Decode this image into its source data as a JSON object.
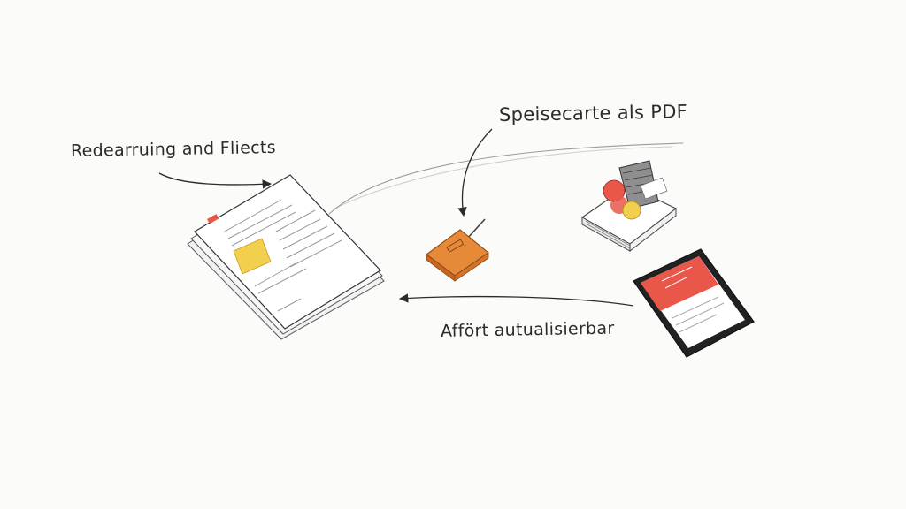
{
  "labels": {
    "documents": "Redearruing and Fliects",
    "pdf_menu": "Speisecarte als PDF",
    "updatable": "Affört autualisierbar"
  },
  "colors": {
    "ink": "#2b2b2b",
    "accent_red": "#e8574a",
    "accent_orange": "#e68a3a",
    "accent_yellow": "#f3cf4e",
    "paper": "#ffffff"
  },
  "icons": [
    "document-stack-icon",
    "router-icon",
    "menu-book-icon",
    "tablet-icon"
  ]
}
